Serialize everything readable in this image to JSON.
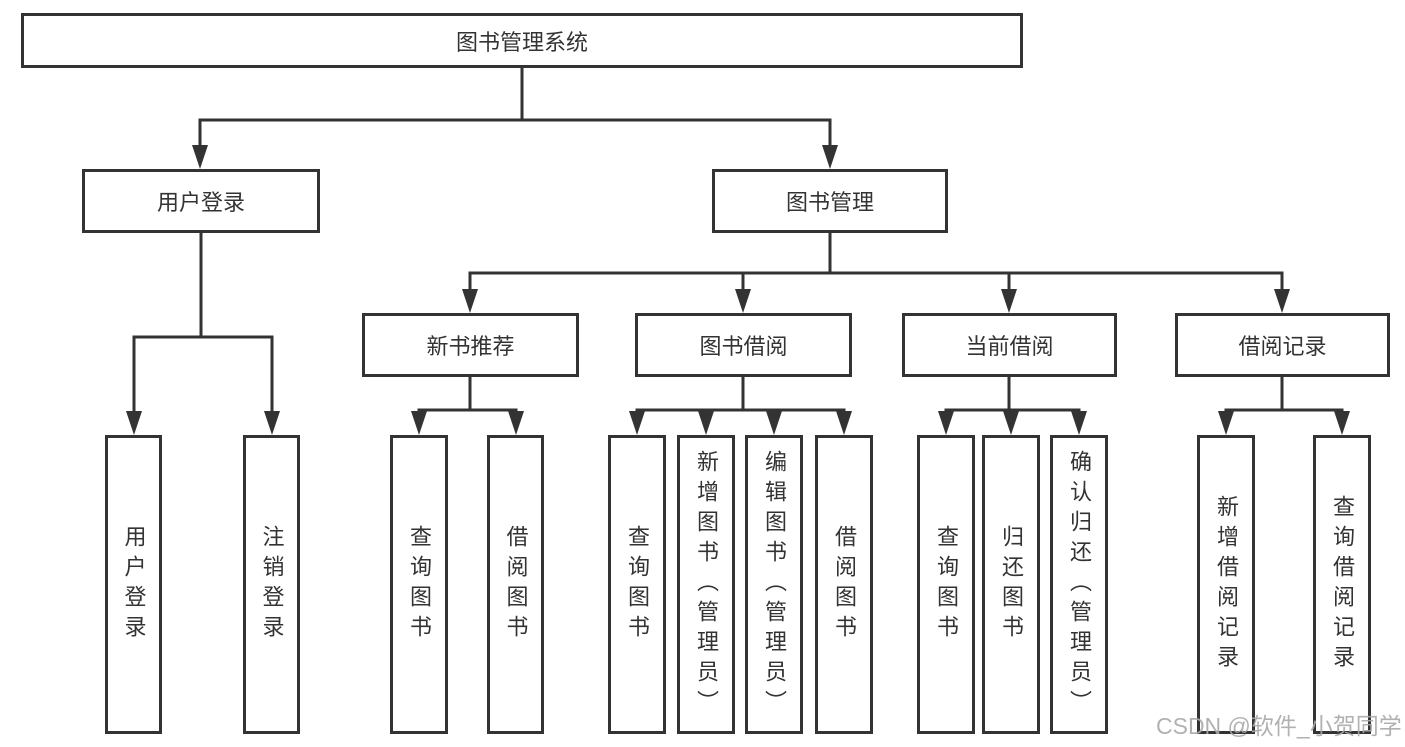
{
  "diagram": {
    "root": {
      "label": "图书管理系统"
    },
    "level2": [
      {
        "label": "用户登录"
      },
      {
        "label": "图书管理"
      }
    ],
    "level3": [
      {
        "label": "新书推荐"
      },
      {
        "label": "图书借阅"
      },
      {
        "label": "当前借阅"
      },
      {
        "label": "借阅记录"
      }
    ],
    "leaves": {
      "user": [
        {
          "label": "用户登录"
        },
        {
          "label": "注销登录"
        }
      ],
      "recommend": [
        {
          "label": "查询图书"
        },
        {
          "label": "借阅图书"
        }
      ],
      "borrow": [
        {
          "label": "查询图书"
        },
        {
          "label": "新增图书（管理员）"
        },
        {
          "label": "编辑图书（管理员）"
        },
        {
          "label": "借阅图书"
        }
      ],
      "current": [
        {
          "label": "查询图书"
        },
        {
          "label": "归还图书"
        },
        {
          "label": "确认归还（管理员）"
        }
      ],
      "records": [
        {
          "label": "新增借阅记录"
        },
        {
          "label": "查询借阅记录"
        }
      ]
    },
    "watermark": "CSDN @软件_小贺同学",
    "colors": {
      "line": "#333333",
      "box_border": "#333333",
      "text": "#333333",
      "watermark": "#a8a8a8"
    }
  }
}
